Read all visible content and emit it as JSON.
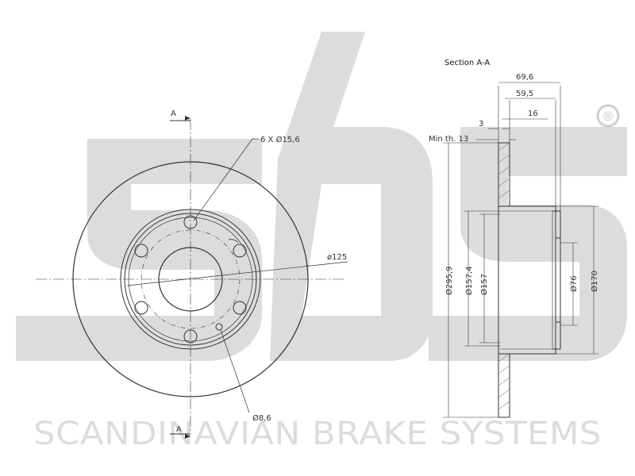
{
  "watermark": {
    "logo_text": "sbs",
    "registered_mark": "®",
    "company_name": "SCANDINAVIAN BRAKE SYSTEMS"
  },
  "front_view": {
    "section_marker": "A",
    "hole_callout": "6 X Ø15,6",
    "pcd_label": "ø125",
    "small_hole_label": "Ø8,6"
  },
  "section_view": {
    "title": "Section A-A",
    "dims": {
      "overall_height": "69,6",
      "hat_height": "59,5",
      "disc_thickness": "16",
      "hat_wall": "3",
      "min_thickness": "Min th. 13",
      "outer_diameter": "Ø295,9",
      "hat_outer_diameter": "Ø157,4",
      "hat_inner_diameter": "Ø157",
      "center_bore": "Ø76",
      "hub_diameter": "Ø170"
    }
  },
  "colors": {
    "line": "#333333",
    "watermark": "#dcdcdc"
  }
}
